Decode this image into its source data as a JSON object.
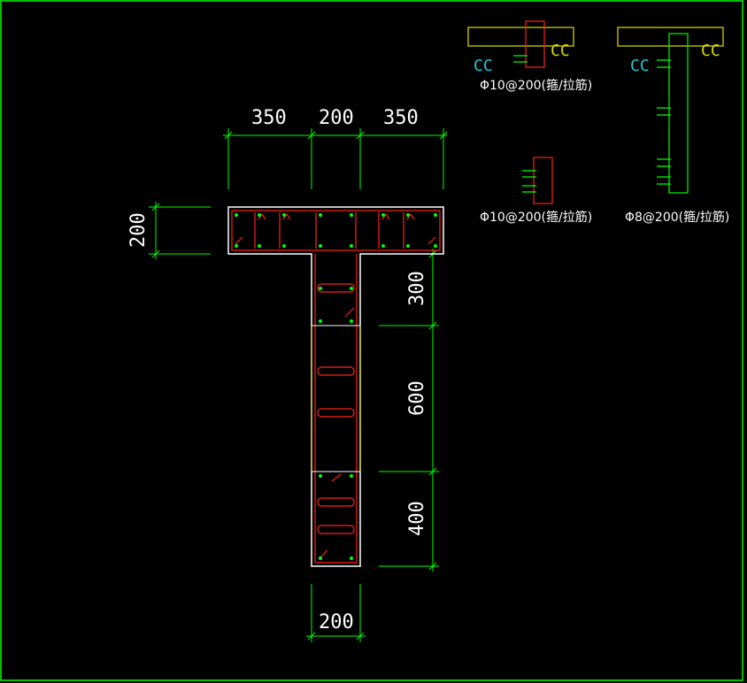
{
  "drawing": {
    "colors": {
      "background": "#000000",
      "border": "#00ff00",
      "dimension": "#00ff00",
      "outline": "#ffffff",
      "stirrup": "#ff2020",
      "bar": "#00ff00",
      "beam": "#e0e000",
      "cc_cyan": "#1ec8d8"
    },
    "dimensions": {
      "flange_left": "350",
      "web_top": "200",
      "flange_right": "350",
      "flange_thickness": "200",
      "web_seg1": "300",
      "web_seg2": "600",
      "web_seg3": "400",
      "web_width": "200"
    },
    "details": {
      "detail1_label": "Φ10@200(箍/拉筋)",
      "detail2_label": "Φ10@200(箍/拉筋)",
      "detail3_label": "Φ8@200(箍/拉筋)",
      "cc_text": "CC"
    }
  }
}
